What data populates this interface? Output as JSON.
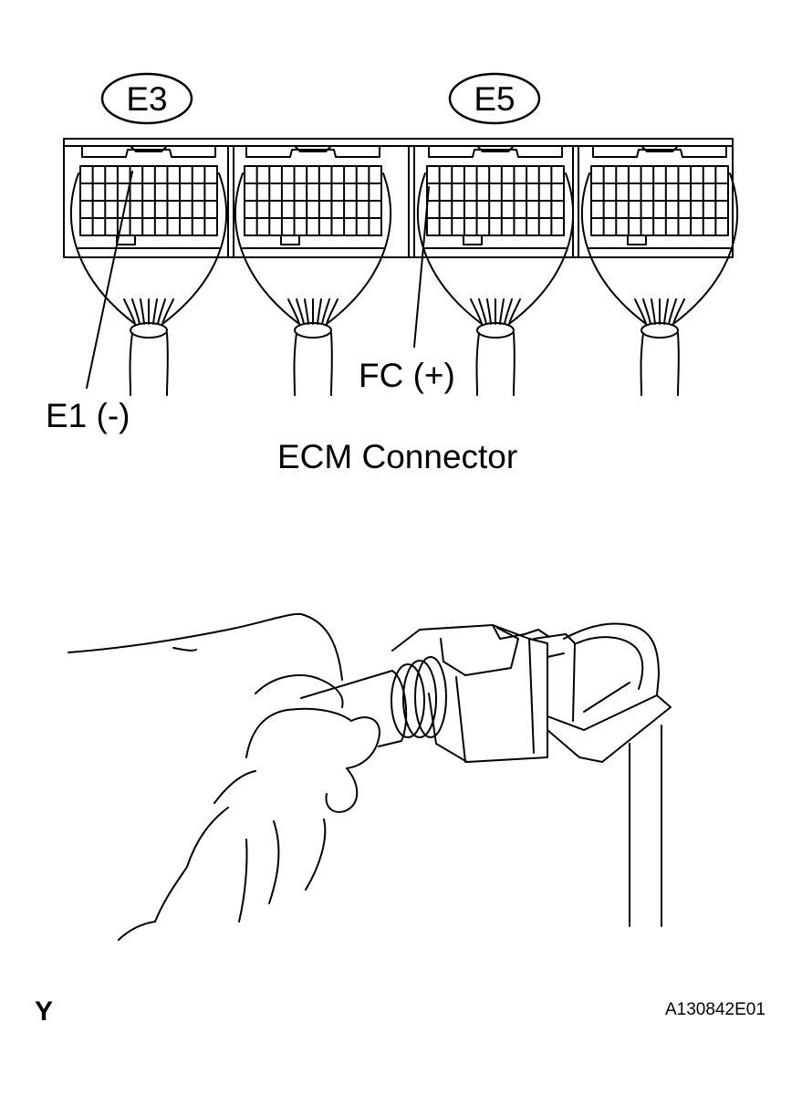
{
  "connector_badges": [
    "E3",
    "E5"
  ],
  "pin_labels": {
    "e1": "E1 (-)",
    "fc": "FC (+)"
  },
  "caption": "ECM Connector",
  "corner_mark": "Y",
  "figure_id": "A130842E01"
}
